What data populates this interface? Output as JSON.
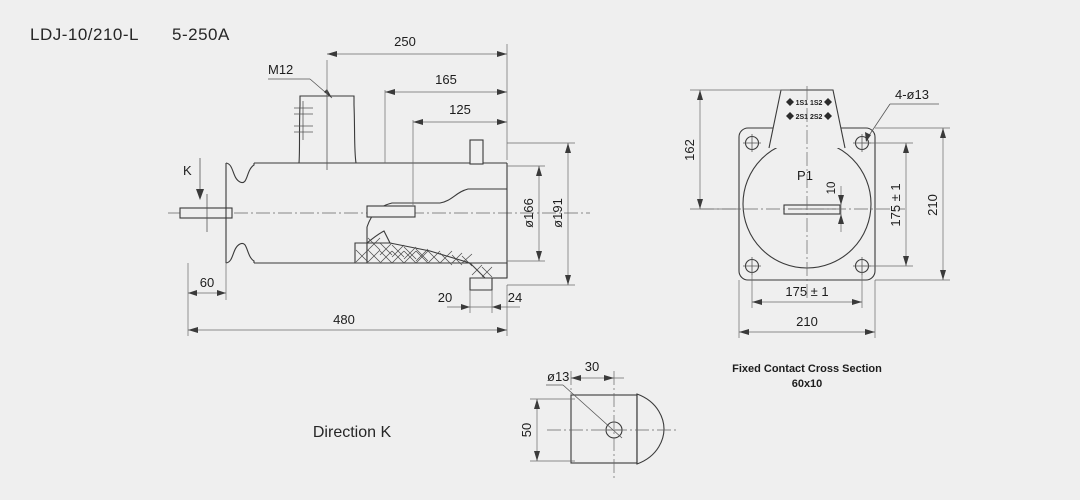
{
  "title": {
    "model": "LDJ-10/210-L",
    "current_range": "5-250A"
  },
  "left_view": {
    "labels": {
      "m12": "M12",
      "direction_arrow": "K"
    },
    "dimensions": {
      "total_length": "480",
      "d250": "250",
      "d165": "165",
      "d125": "125",
      "d60": "60",
      "d20": "20",
      "d24": "24",
      "dia166": "ø166",
      "dia191": "ø191"
    }
  },
  "right_view": {
    "labels": {
      "primary_terminal": "P1",
      "secondary_row1": "1S1 1S2",
      "secondary_row2": "2S1 2S2",
      "hole_callout": "4-ø13"
    },
    "dimensions": {
      "height162": "162",
      "height210": "210",
      "width210": "210",
      "pitch_v": "175 ± 1",
      "pitch_h": "175 ± 1",
      "bar_thickness": "10"
    },
    "caption_line1": "Fixed Contact Cross Section",
    "caption_line2": "60x10"
  },
  "detail_view": {
    "title": "Direction K",
    "dimensions": {
      "hole_dia": "ø13",
      "d30": "30",
      "d50": "50"
    }
  },
  "colors": {
    "background": "#efefef",
    "line": "#3a3a3a",
    "text": "#1d1d1d"
  }
}
